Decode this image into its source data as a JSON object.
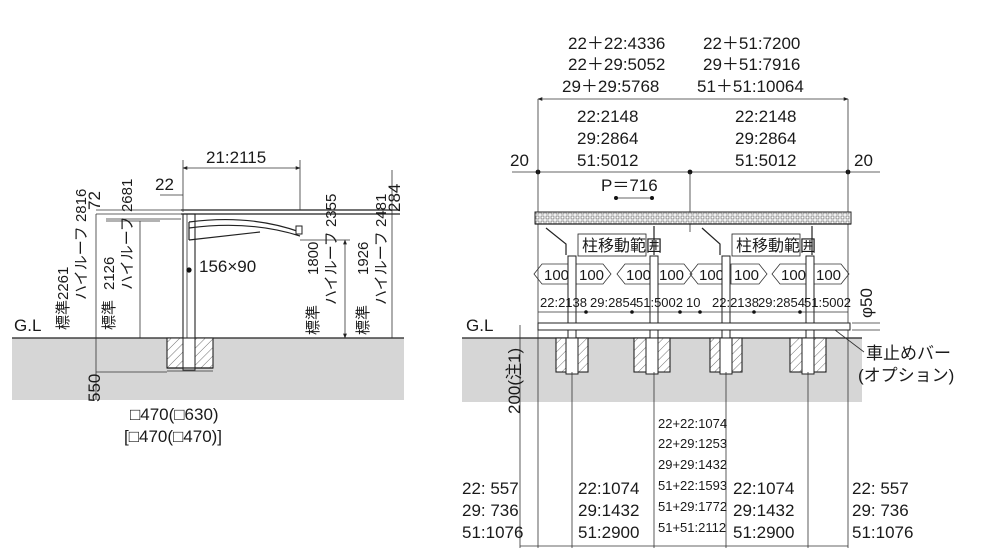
{
  "side_view": {
    "ground_label": "G.L",
    "width_label": "21:2115",
    "front_overhang": "22",
    "left_top": "72",
    "right_top": "284",
    "post_size": "156×90",
    "foundation_depth": "550",
    "footing_size_1": "□470(□630)",
    "footing_size_2": "[□470(□470)]",
    "rear_outer_vals": [
      "2261",
      "ハイルーフ 2816"
    ],
    "rear_inner_vals": [
      "2126",
      "ハイルーフ 2681"
    ],
    "std_label_left": "標準",
    "std_label_left2": "標準",
    "front_inner_vals": [
      "1800",
      "ハイルーフ 2355"
    ],
    "front_outer_vals": [
      "1926",
      "ハイルーフ 2481"
    ],
    "std_label_right": "標準",
    "std_label_right2": "標準"
  },
  "front_view": {
    "ground_label": "G.L",
    "total_left": [
      "22＋22:4336",
      "22＋29:5052",
      "29＋29:5768"
    ],
    "total_right": [
      "22＋51:7200",
      "29＋51:7916",
      "51＋51:10064"
    ],
    "span_left": [
      "22:2148",
      "29:2864",
      "51:5012"
    ],
    "span_right": [
      "22:2148",
      "29:2864",
      "51:5012"
    ],
    "edge_left": "20",
    "edge_right": "20",
    "pitch": "P＝716",
    "post_move_label_1": "柱移動範囲",
    "post_move_label_2": "柱移動範囲",
    "move_arrows": [
      "100",
      "100",
      "100",
      "100",
      "100",
      "100",
      "100",
      "100"
    ],
    "inner_spans": [
      "22:2138",
      "29:2854",
      "51:5002",
      "10",
      "22:2138",
      "29:2854",
      "51:5002"
    ],
    "bar_diameter": "φ50",
    "wheel_stop_label": "車止めバー",
    "option_label": "(オプション)",
    "depth_note": "200(注1)",
    "center_offsets": [
      "22+22:1074",
      "22+29:1253",
      "29+29:1432",
      "51+22:1593",
      "51+29:1772",
      "51+51:2112"
    ],
    "bottom_col1": [
      "22:  557",
      "29:  736",
      "51:1076"
    ],
    "bottom_col2": [
      "22:1074",
      "29:1432",
      "51:2900"
    ],
    "bottom_col3": [
      "22:1074",
      "29:1432",
      "51:2900"
    ],
    "bottom_col4": [
      "22:  557",
      "29:  736",
      "51:1076"
    ]
  }
}
